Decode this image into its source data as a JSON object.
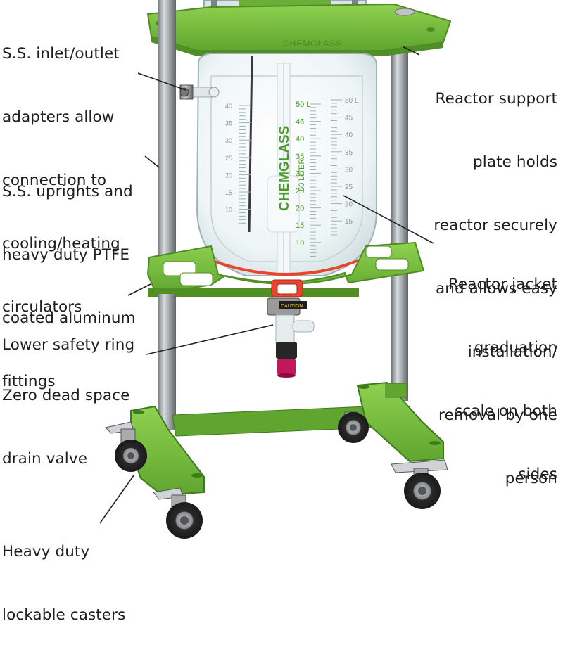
{
  "colors": {
    "frame_green": "#7cc242",
    "frame_green_dark": "#5a9a2c",
    "steel": "#9ea3a6",
    "glass": "#e9f1f2",
    "label_text": "#1e1e1e",
    "leader_line": "#222222",
    "accent_red": "#e8452c",
    "knob_magenta": "#c2185b"
  },
  "product": {
    "plate_brand": "CHEMGLASS",
    "vessel_brand": "CHEMGLASS",
    "vessel_volume": "50 LITER",
    "caution_tag": "CAUTION",
    "scale_left": [
      "50 L",
      "45",
      "40",
      "35",
      "30",
      "25",
      "20",
      "15",
      "10"
    ],
    "scale_right": [
      "50 L",
      "45",
      "40",
      "35",
      "30",
      "25",
      "20",
      "15"
    ],
    "scale_inner": [
      "40",
      "35",
      "30",
      "25",
      "20",
      "15",
      "10"
    ]
  },
  "callouts": [
    {
      "id": "inlet-outlet-adapters",
      "lines": [
        "S.S. inlet/outlet",
        "adapters allow",
        "connection to",
        "cooling/heating",
        "circulators"
      ]
    },
    {
      "id": "uprights-fittings",
      "lines": [
        "S.S. uprights and",
        "heavy duty PTFE",
        "coated aluminum",
        "fittings"
      ]
    },
    {
      "id": "lower-safety-ring",
      "lines": [
        "Lower safety ring"
      ]
    },
    {
      "id": "drain-valve",
      "lines": [
        "Zero dead space",
        "drain valve"
      ]
    },
    {
      "id": "casters",
      "lines": [
        "Heavy duty",
        "lockable casters"
      ]
    },
    {
      "id": "support-plate",
      "lines": [
        "Reactor support",
        "plate holds",
        "reactor securely",
        "and allows easy",
        "installation/",
        "removal by one",
        "person"
      ]
    },
    {
      "id": "graduation-scale",
      "lines": [
        "Reactor jacket",
        "graduation",
        "scale on both",
        "sides"
      ]
    }
  ]
}
